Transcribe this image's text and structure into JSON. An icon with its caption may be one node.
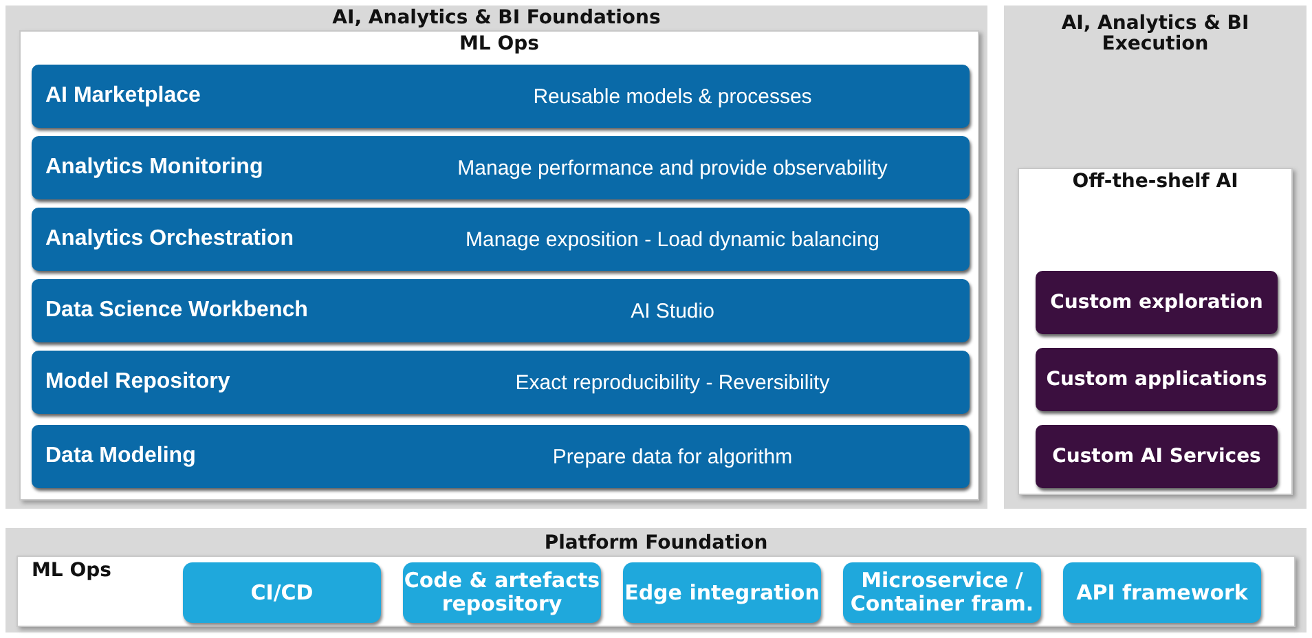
{
  "diagram": {
    "nodes": [
      {
        "text": [
          "AI, Analytics & BI Foundations"
        ]
      },
      {
        "text": [
          "ML Ops"
        ],
        "in": 0
      },
      {
        "text": [
          "AI Marketplace",
          "Reusable models & processes"
        ],
        "in": 1
      },
      {
        "text": [
          "Analytics Monitoring",
          "Manage performance and provide observability"
        ],
        "in": 1
      },
      {
        "text": [
          "Analytics Orchestration",
          "Manage exposition - Load dynamic balancing"
        ],
        "in": 1
      },
      {
        "text": [
          "Data Science Workbench",
          "AI Studio"
        ],
        "in": 1
      },
      {
        "text": [
          "Model Repository",
          "Exact reproducibility - Reversibility"
        ],
        "in": 1
      },
      {
        "text": [
          "Data Modeling",
          "Prepare data for algorithm"
        ],
        "in": 1
      },
      {
        "text": [
          "AI, Analytics & BI Execution"
        ]
      },
      {
        "text": [
          "Off-the-shelf AI"
        ],
        "in": 8
      },
      {
        "text": [
          "Custom exploration"
        ],
        "in": 9
      },
      {
        "text": [
          "Custom applications"
        ],
        "in": 9
      },
      {
        "text": [
          "Custom AI Services"
        ],
        "in": 9
      },
      {
        "text": [
          "Platform Foundation"
        ]
      },
      {
        "text": [
          "ML Ops"
        ],
        "in": 13
      },
      {
        "text": [
          "CI/CD"
        ],
        "in": 14
      },
      {
        "text": [
          "Code & artefacts repository"
        ],
        "in": 14
      },
      {
        "text": [
          "Edge integration"
        ],
        "in": 14
      },
      {
        "text": [
          "Microservice / Container fram."
        ],
        "in": 14
      },
      {
        "text": [
          "API framework"
        ],
        "in": 14
      }
    ]
  }
}
